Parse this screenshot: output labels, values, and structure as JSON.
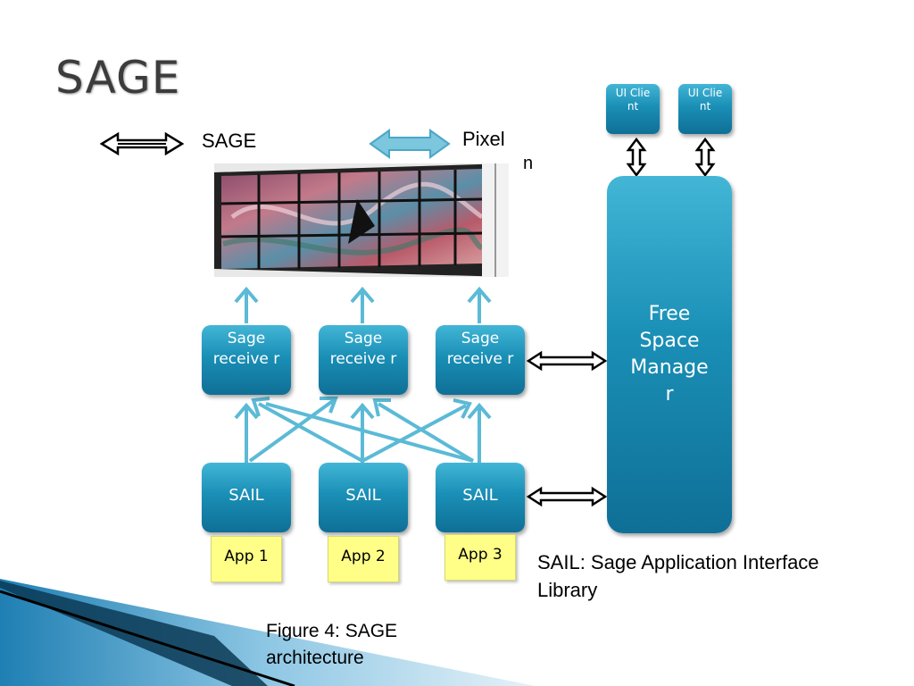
{
  "title": "SAGE",
  "legend": {
    "black_arrow_label": "SAGE",
    "blue_arrow_label": "Pixel",
    "blue_arrow_label_partial": "n"
  },
  "ui_clients": [
    "UI Clie nt",
    "UI Clie nt"
  ],
  "free_space_manager": "Free Space Manage r",
  "receivers": [
    "Sage receive r",
    "Sage receive r",
    "Sage receive r"
  ],
  "sail_boxes": [
    "SAIL",
    "SAIL",
    "SAIL"
  ],
  "apps": [
    "App 1",
    "App 2",
    "App 3"
  ],
  "note": "SAIL: Sage Application Interface Library",
  "caption": "Figure 4: SAGE architecture",
  "colors": {
    "box": "#1a8fb6",
    "app": "#ffff88",
    "arrow_blue": "#5bbad6",
    "arrow_black": "#000000"
  }
}
